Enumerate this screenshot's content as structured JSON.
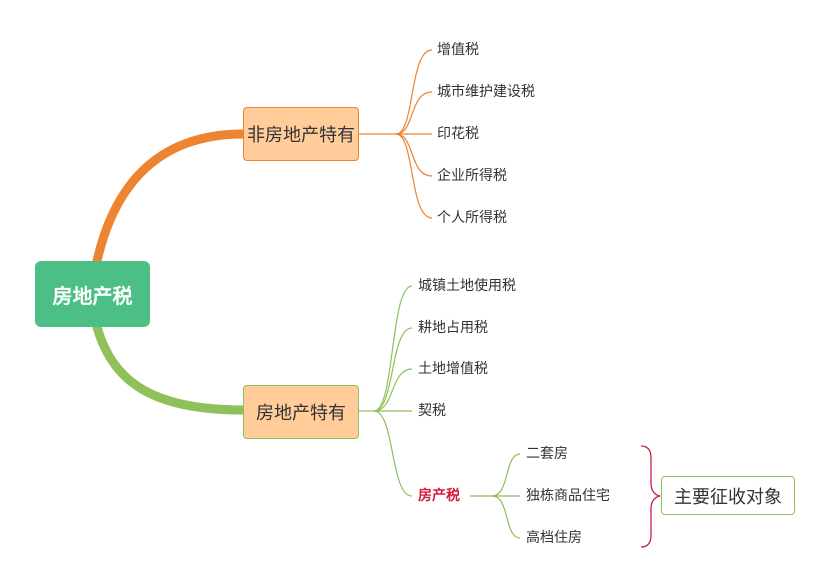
{
  "root": {
    "label": "房地产税"
  },
  "branches": {
    "non_real_estate": {
      "label": "非房地产特有",
      "items": [
        "增值税",
        "城市维护建设税",
        "印花税",
        "企业所得税",
        "个人所得税"
      ]
    },
    "real_estate": {
      "label": "房地产特有",
      "items": [
        "城镇土地使用税",
        "耕地占用税",
        "土地增值税",
        "契税",
        "房产税"
      ]
    }
  },
  "property_tax": {
    "label": "房产税",
    "subitems": [
      "二套房",
      "独栋商品住宅",
      "高档住房"
    ],
    "summary": "主要征收对象"
  },
  "colors": {
    "root_fill": "#4cbf87",
    "branch_fill": "#ffcc9a",
    "orange_line": "#ec8432",
    "green_line": "#8fc15a",
    "highlight_text": "#d41f3c",
    "brace": "#c0253e"
  }
}
